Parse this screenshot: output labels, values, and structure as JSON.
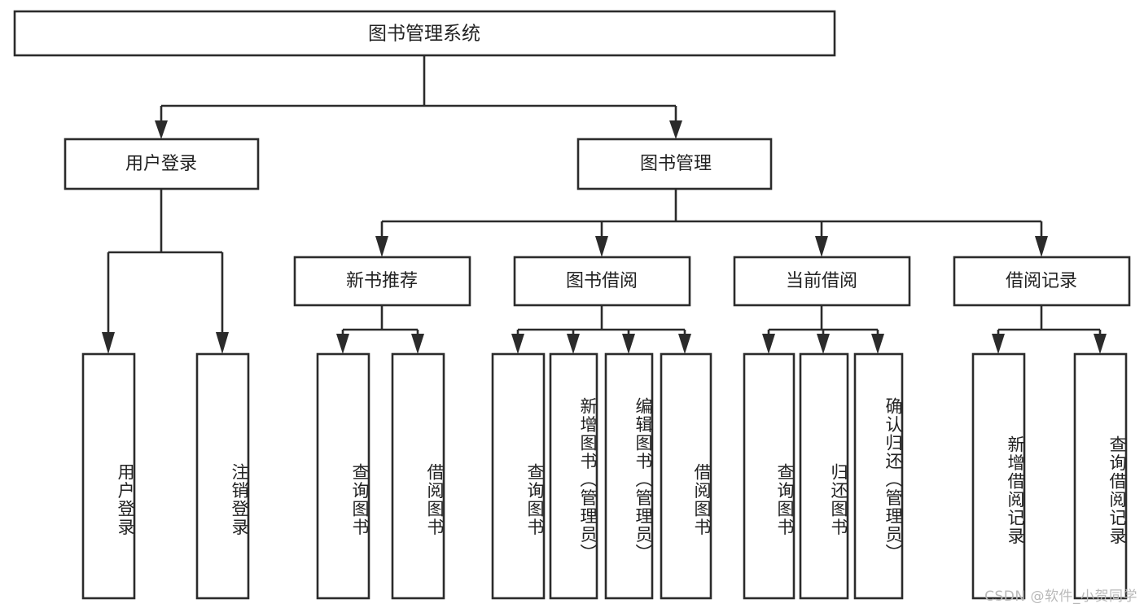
{
  "diagram": {
    "title": "图书管理系统",
    "type": "hierarchy-tree",
    "watermark": "CSDN @软件_小贺同学",
    "colors": {
      "stroke": "#2b2b2b",
      "fill": "#ffffff",
      "text": "#222222",
      "watermark": "#b9b9b9"
    },
    "root": {
      "label": "图书管理系统"
    },
    "level2": [
      {
        "label": "用户登录"
      },
      {
        "label": "图书管理"
      }
    ],
    "level3": [
      {
        "label": "新书推荐"
      },
      {
        "label": "图书借阅"
      },
      {
        "label": "当前借阅"
      },
      {
        "label": "借阅记录"
      }
    ],
    "leaves": [
      {
        "label": "用户登录",
        "parent": "用户登录"
      },
      {
        "label": "注销登录",
        "parent": "用户登录"
      },
      {
        "label": "查询图书",
        "parent": "新书推荐"
      },
      {
        "label": "借阅图书",
        "parent": "新书推荐"
      },
      {
        "label": "查询图书",
        "parent": "图书借阅"
      },
      {
        "label": "新增图书（管理员）",
        "parent": "图书借阅"
      },
      {
        "label": "编辑图书（管理员）",
        "parent": "图书借阅"
      },
      {
        "label": "借阅图书",
        "parent": "图书借阅"
      },
      {
        "label": "查询图书",
        "parent": "当前借阅"
      },
      {
        "label": "归还图书",
        "parent": "当前借阅"
      },
      {
        "label": "确认归还（管理员）",
        "parent": "当前借阅"
      },
      {
        "label": "新增借阅记录",
        "parent": "借阅记录"
      },
      {
        "label": "查询借阅记录",
        "parent": "借阅记录"
      }
    ]
  }
}
